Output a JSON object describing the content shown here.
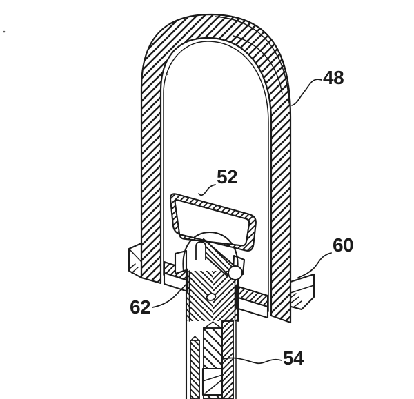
{
  "figure": {
    "kind": "patent-style sectional line drawing",
    "background_color": "#ffffff",
    "line_color": "#1b1b1b"
  },
  "labels": {
    "l48": {
      "text": "48"
    },
    "l52": {
      "text": "52"
    },
    "l54": {
      "text": "54"
    },
    "l60": {
      "text": "60"
    },
    "l62": {
      "text": "62"
    }
  }
}
